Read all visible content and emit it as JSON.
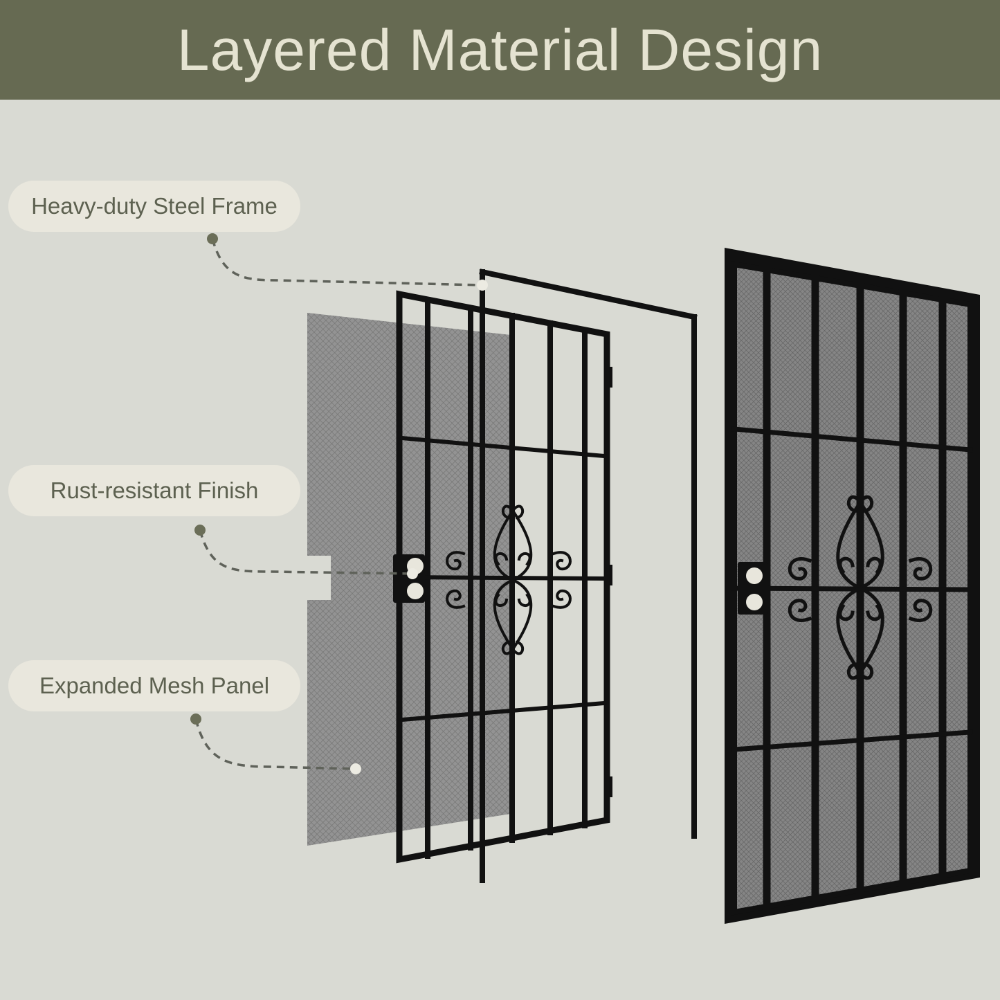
{
  "title": "Layered Material Design",
  "labels": {
    "frame": "Heavy-duty Steel Frame",
    "finish": "Rust-resistant Finish",
    "mesh": "Expanded Mesh Panel"
  },
  "colors": {
    "banner": "#666a52",
    "background": "#d9dad3",
    "pill": "#e9e7dd",
    "label_text": "#5d6150",
    "title_text": "#e5e3d1",
    "steel": "#111111"
  }
}
